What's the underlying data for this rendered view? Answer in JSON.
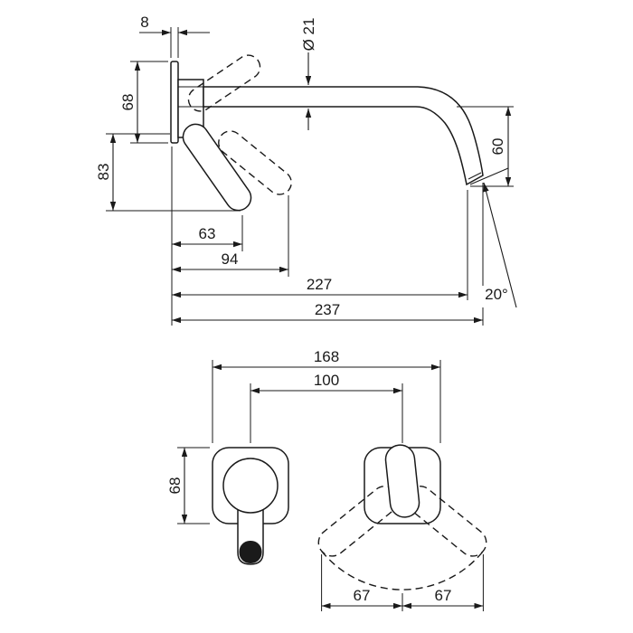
{
  "side_view": {
    "plate_thickness": "8",
    "spout_diameter": "Ø 21",
    "escutcheon_height": "68",
    "handle_drop": "83",
    "spout_drop": "60",
    "handle_reach": "63",
    "handle_reach_open": "94",
    "spout_reach_tip": "227",
    "spout_reach_overall": "237",
    "outlet_angle": "20°"
  },
  "front_view": {
    "overall_width": "168",
    "hole_spacing": "100",
    "escutcheon_height": "68",
    "handle_swing_left": "67",
    "handle_swing_right": "67"
  }
}
